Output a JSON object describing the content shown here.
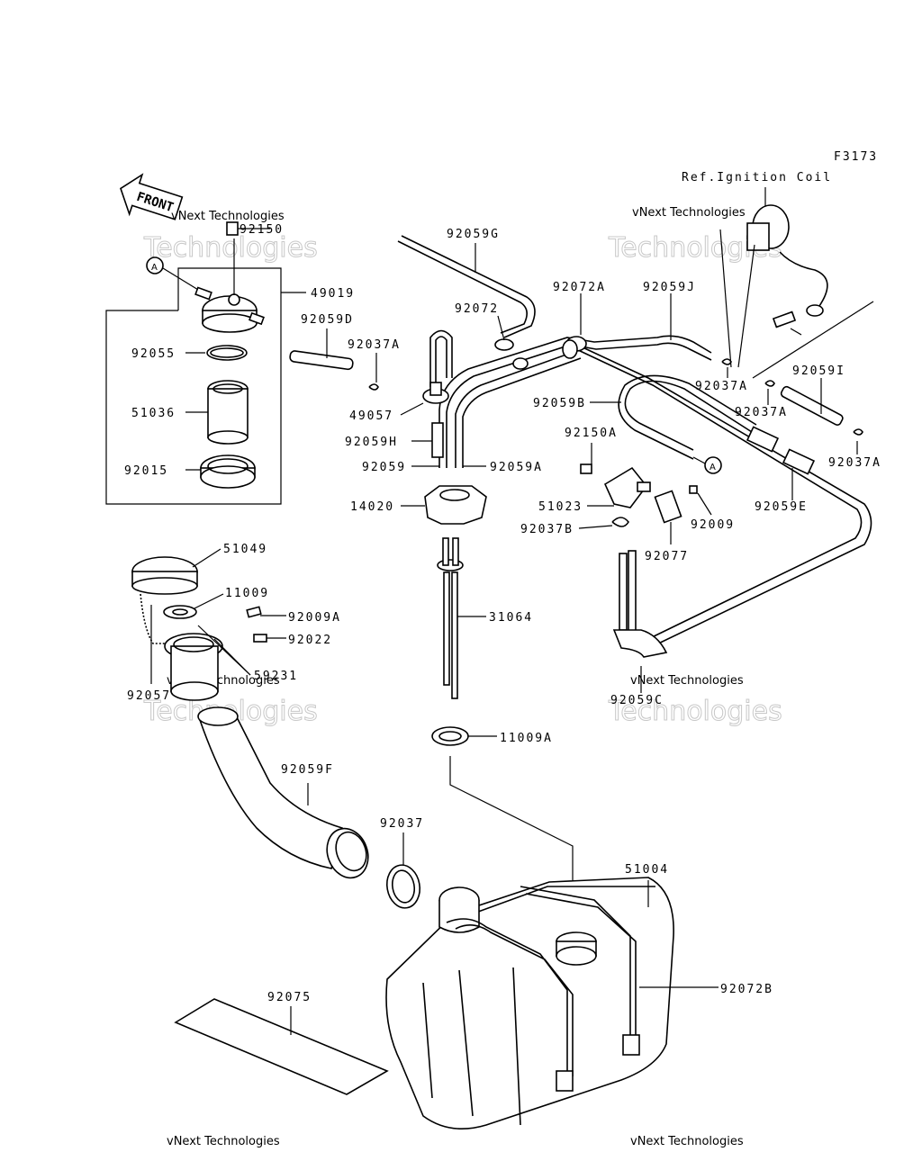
{
  "figure_code": "F3173",
  "reference_note": "Ref.Ignition Coil",
  "front_arrow_label": "FRONT",
  "ref_marker": "A",
  "watermark_line1": "vNext Technologies",
  "watermark_line2": "Technologies",
  "parts": {
    "p92150": "92150",
    "p49019": "49019",
    "p92059D": "92059D",
    "p92055": "92055",
    "p51036": "51036",
    "p92015": "92015",
    "p92059G": "92059G",
    "p92072": "92072",
    "p92072A": "92072A",
    "p92059J": "92059J",
    "p92037A_1": "92037A",
    "p49057": "49057",
    "p92059H": "92059H",
    "p92059": "92059",
    "p92059A": "92059A",
    "p92059B": "92059B",
    "p92037A_2": "92037A",
    "p92059I": "92059I",
    "p92037A_3": "92037A",
    "p92037A_4": "92037A",
    "p92150A": "92150A",
    "p14020": "14020",
    "p51023": "51023",
    "p92037B": "92037B",
    "p92009": "92009",
    "p92059E": "92059E",
    "p92077": "92077",
    "p51049": "51049",
    "p11009": "11009",
    "p92009A": "92009A",
    "p92022": "92022",
    "p31064": "31064",
    "p59231": "59231",
    "p92057": "92057",
    "p92059C": "92059C",
    "p11009A": "11009A",
    "p92059F": "92059F",
    "p92037": "92037",
    "p51004": "51004",
    "p92075": "92075",
    "p92072B": "92072B"
  }
}
